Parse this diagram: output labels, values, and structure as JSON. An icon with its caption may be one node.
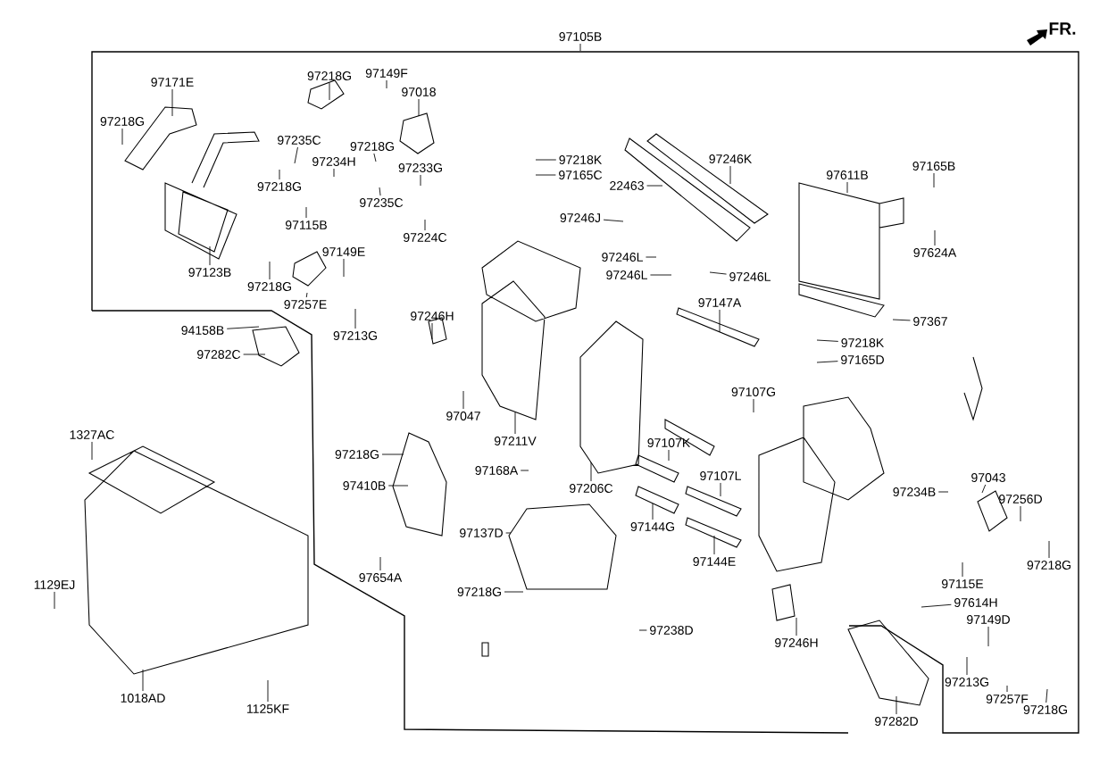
{
  "diagram": {
    "nodes": [
      {
        "text": [
          "97105B"
        ]
      },
      {
        "text": [
          "97171E"
        ]
      },
      {
        "text": [
          "97218G"
        ]
      },
      {
        "text": [
          "97218G"
        ]
      },
      {
        "text": [
          "97149F"
        ]
      },
      {
        "text": [
          "97018"
        ]
      },
      {
        "text": [
          "97235C"
        ]
      },
      {
        "text": [
          "97234H"
        ]
      },
      {
        "text": [
          "97218G"
        ]
      },
      {
        "text": [
          "97233G"
        ]
      },
      {
        "text": [
          "97218G"
        ]
      },
      {
        "text": [
          "97235C"
        ]
      },
      {
        "text": [
          "97115B"
        ]
      },
      {
        "text": [
          "97224C"
        ]
      },
      {
        "text": [
          "97123B"
        ]
      },
      {
        "text": [
          "97149E"
        ]
      },
      {
        "text": [
          "97218G"
        ]
      },
      {
        "text": [
          "97257E"
        ]
      },
      {
        "text": [
          "97213G"
        ]
      },
      {
        "text": [
          "94158B"
        ]
      },
      {
        "text": [
          "97282C"
        ]
      },
      {
        "text": [
          "97246H"
        ]
      },
      {
        "text": [
          "97047"
        ]
      },
      {
        "text": [
          "97211V"
        ]
      },
      {
        "text": [
          "97218K"
        ]
      },
      {
        "text": [
          "97165C"
        ]
      },
      {
        "text": [
          "97246K"
        ]
      },
      {
        "text": [
          "22463"
        ]
      },
      {
        "text": [
          "97246J"
        ]
      },
      {
        "text": [
          "97246L"
        ]
      },
      {
        "text": [
          "97246L"
        ]
      },
      {
        "text": [
          "97246L"
        ]
      },
      {
        "text": [
          "97147A"
        ]
      },
      {
        "text": [
          "97611B"
        ]
      },
      {
        "text": [
          "97165B"
        ]
      },
      {
        "text": [
          "97624A"
        ]
      },
      {
        "text": [
          "97367"
        ]
      },
      {
        "text": [
          "97218K"
        ]
      },
      {
        "text": [
          "97165D"
        ]
      },
      {
        "text": [
          "97107G"
        ]
      },
      {
        "text": [
          "1327AC"
        ]
      },
      {
        "text": [
          "97218G"
        ]
      },
      {
        "text": [
          "97410B"
        ]
      },
      {
        "text": [
          "97168A"
        ]
      },
      {
        "text": [
          "97206C"
        ]
      },
      {
        "text": [
          "97107K"
        ]
      },
      {
        "text": [
          "97107L"
        ]
      },
      {
        "text": [
          "97654A"
        ]
      },
      {
        "text": [
          "97137D"
        ]
      },
      {
        "text": [
          "97144G"
        ]
      },
      {
        "text": [
          "97144E"
        ]
      },
      {
        "text": [
          "97218G"
        ]
      },
      {
        "text": [
          "1129EJ"
        ]
      },
      {
        "text": [
          "1018AD"
        ]
      },
      {
        "text": [
          "1125KF"
        ]
      },
      {
        "text": [
          "97238D"
        ]
      },
      {
        "text": [
          "97246H"
        ]
      },
      {
        "text": [
          "97043"
        ]
      },
      {
        "text": [
          "97256D"
        ]
      },
      {
        "text": [
          "97234B"
        ]
      },
      {
        "text": [
          "97115E"
        ]
      },
      {
        "text": [
          "97218G"
        ]
      },
      {
        "text": [
          "97614H"
        ]
      },
      {
        "text": [
          "97149D"
        ]
      },
      {
        "text": [
          "97213G"
        ]
      },
      {
        "text": [
          "97257F"
        ]
      },
      {
        "text": [
          "97218G"
        ]
      },
      {
        "text": [
          "97282D"
        ]
      }
    ],
    "edges": [
      {
        "from": 0,
        "to": null,
        "arrow": "none"
      },
      {
        "from": 1,
        "to": null,
        "arrow": "none"
      },
      {
        "from": 2,
        "to": null,
        "arrow": "none"
      },
      {
        "from": 3,
        "to": null,
        "arrow": "none"
      },
      {
        "from": 4,
        "to": null,
        "arrow": "none"
      },
      {
        "from": 5,
        "to": null,
        "arrow": "none"
      },
      {
        "from": 6,
        "to": null,
        "arrow": "none"
      },
      {
        "from": 7,
        "to": null,
        "arrow": "none"
      },
      {
        "from": 8,
        "to": null,
        "arrow": "none"
      },
      {
        "from": 9,
        "to": null,
        "arrow": "none"
      },
      {
        "from": 10,
        "to": null,
        "arrow": "none"
      },
      {
        "from": 11,
        "to": null,
        "arrow": "none"
      },
      {
        "from": 12,
        "to": null,
        "arrow": "none"
      },
      {
        "from": 13,
        "to": null,
        "arrow": "none"
      },
      {
        "from": 14,
        "to": null,
        "arrow": "none"
      },
      {
        "from": 15,
        "to": null,
        "arrow": "none"
      },
      {
        "from": 16,
        "to": null,
        "arrow": "none"
      },
      {
        "from": 17,
        "to": null,
        "arrow": "none"
      },
      {
        "from": 18,
        "to": null,
        "arrow": "none"
      },
      {
        "from": 19,
        "to": null,
        "arrow": "none"
      },
      {
        "from": 20,
        "to": null,
        "arrow": "none"
      },
      {
        "from": 21,
        "to": null,
        "arrow": "none"
      },
      {
        "from": 22,
        "to": null,
        "arrow": "none"
      },
      {
        "from": 23,
        "to": null,
        "arrow": "none"
      },
      {
        "from": 24,
        "to": null,
        "arrow": "none"
      },
      {
        "from": 25,
        "to": null,
        "arrow": "none"
      },
      {
        "from": 26,
        "to": null,
        "arrow": "none"
      },
      {
        "from": 27,
        "to": null,
        "arrow": "none"
      },
      {
        "from": 28,
        "to": null,
        "arrow": "none"
      },
      {
        "from": 29,
        "to": null,
        "arrow": "none"
      },
      {
        "from": 30,
        "to": null,
        "arrow": "none"
      },
      {
        "from": 31,
        "to": null,
        "arrow": "none"
      },
      {
        "from": 32,
        "to": null,
        "arrow": "none"
      },
      {
        "from": 33,
        "to": null,
        "arrow": "none"
      },
      {
        "from": 34,
        "to": null,
        "arrow": "none"
      },
      {
        "from": 35,
        "to": null,
        "arrow": "none"
      },
      {
        "from": 36,
        "to": null,
        "arrow": "none"
      },
      {
        "from": 37,
        "to": null,
        "arrow": "none"
      },
      {
        "from": 38,
        "to": null,
        "arrow": "none"
      },
      {
        "from": 39,
        "to": null,
        "arrow": "none"
      },
      {
        "from": 40,
        "to": null,
        "arrow": "none"
      },
      {
        "from": 41,
        "to": null,
        "arrow": "none"
      },
      {
        "from": 42,
        "to": null,
        "arrow": "none"
      },
      {
        "from": 43,
        "to": null,
        "arrow": "none"
      },
      {
        "from": 44,
        "to": null,
        "arrow": "none"
      },
      {
        "from": 45,
        "to": null,
        "arrow": "none"
      },
      {
        "from": 46,
        "to": null,
        "arrow": "none"
      },
      {
        "from": 47,
        "to": null,
        "arrow": "none"
      },
      {
        "from": 48,
        "to": null,
        "arrow": "none"
      },
      {
        "from": 49,
        "to": null,
        "arrow": "none"
      },
      {
        "from": 50,
        "to": null,
        "arrow": "none"
      },
      {
        "from": 51,
        "to": null,
        "arrow": "none"
      },
      {
        "from": 52,
        "to": null,
        "arrow": "none"
      },
      {
        "from": 53,
        "to": null,
        "arrow": "none"
      },
      {
        "from": 54,
        "to": null,
        "arrow": "none"
      },
      {
        "from": 55,
        "to": null,
        "arrow": "none"
      },
      {
        "from": 56,
        "to": null,
        "arrow": "none"
      },
      {
        "from": 57,
        "to": null,
        "arrow": "none"
      },
      {
        "from": 58,
        "to": null,
        "arrow": "none"
      },
      {
        "from": 59,
        "to": null,
        "arrow": "none"
      },
      {
        "from": 60,
        "to": null,
        "arrow": "none"
      },
      {
        "from": 61,
        "to": null,
        "arrow": "none"
      },
      {
        "from": 62,
        "to": null,
        "arrow": "none"
      },
      {
        "from": 63,
        "to": null,
        "arrow": "none"
      },
      {
        "from": 64,
        "to": null,
        "arrow": "none"
      },
      {
        "from": 65,
        "to": null,
        "arrow": "none"
      },
      {
        "from": 66,
        "to": null,
        "arrow": "none"
      },
      {
        "from": 67,
        "to": null,
        "arrow": "none"
      }
    ],
    "labels": [
      "FR."
    ]
  }
}
